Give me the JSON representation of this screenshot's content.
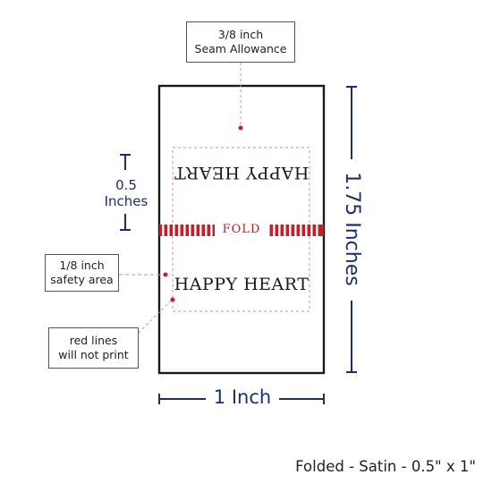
{
  "callouts": {
    "seam_allowance": {
      "line1": "3/8 inch",
      "line2": "Seam Allowance"
    },
    "safety_area": {
      "line1": "1/8 inch",
      "line2": "safety area"
    },
    "red_lines": {
      "line1": "red lines",
      "line2": "will not print"
    }
  },
  "dimensions": {
    "half_inch": {
      "line1": "0.5",
      "line2": "Inches"
    },
    "width": "1 Inch",
    "height": "1.75 Inches"
  },
  "label": {
    "text": "HAPPY HEART",
    "fold": "FOLD"
  },
  "caption": "Folded - Satin - 0.5\" x 1\"",
  "colors": {
    "outline": "#1a1a1a",
    "dimension": "#1e2f68",
    "red_guide": "#c0202c",
    "dashed_guide": "#e28a92"
  }
}
